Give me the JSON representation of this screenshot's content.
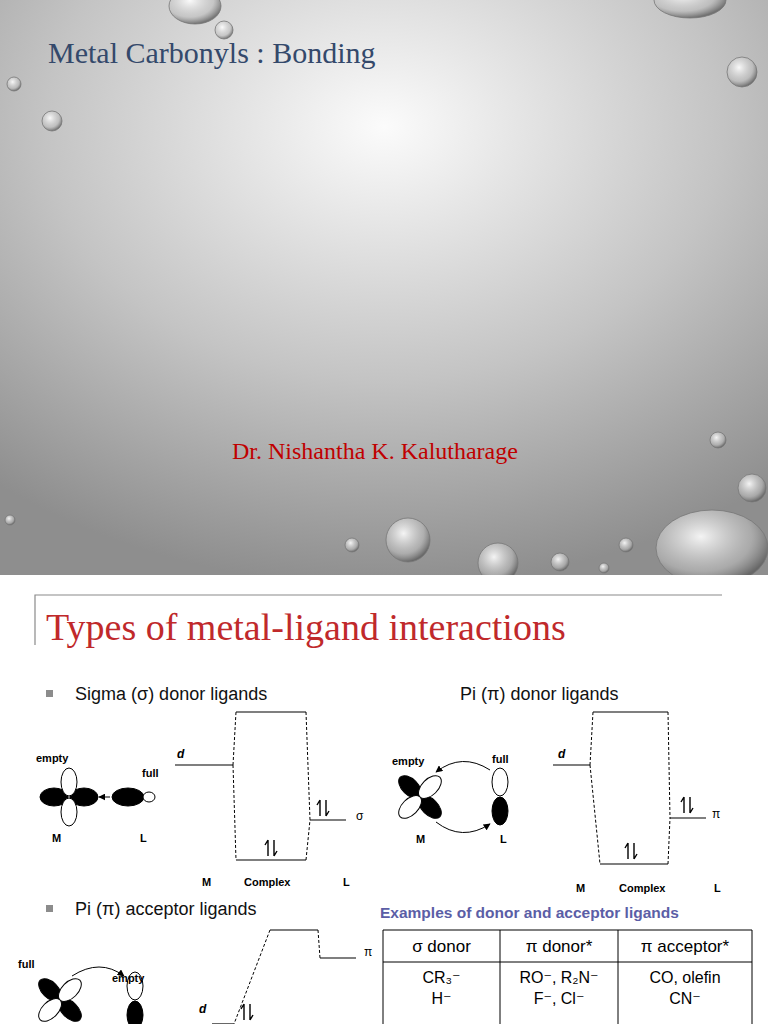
{
  "diagram": {
    "title": "Metal Carbonyls : Bonding",
    "labels": [
      "Dr. Nishantha K. Kalutharage",
      "Types of metal-ligand interactions",
      "Sigma (σ) donor ligands",
      "Pi (π) donor ligands",
      "empty",
      "full",
      "M",
      "L",
      "d",
      "σ",
      "M",
      "Complex",
      "L",
      "empty",
      "full",
      "M",
      "L",
      "d",
      "π",
      "M",
      "Complex",
      "L",
      "Pi (π) acceptor ligands",
      "full",
      "empty",
      "d",
      "π",
      "Examples of donor and acceptor ligands",
      "σ donor",
      "π donor*",
      "π acceptor*",
      "CR₃⁻",
      "H⁻",
      "RO⁻, R₂N⁻",
      "F⁻, Cl⁻",
      "CO, olefin",
      "CN⁻"
    ]
  }
}
